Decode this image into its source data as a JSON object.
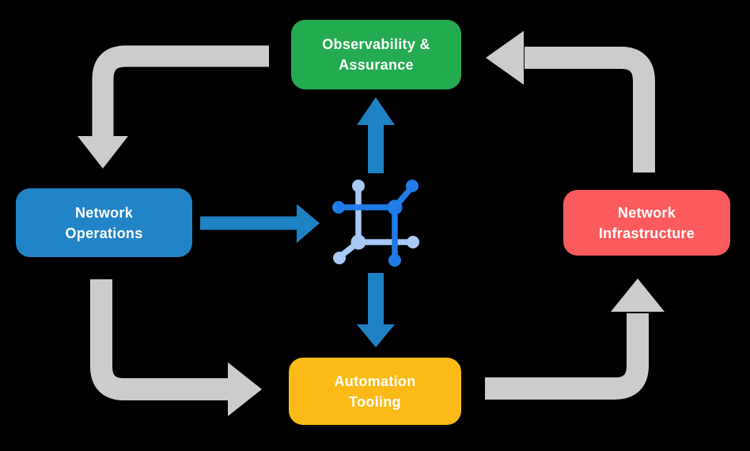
{
  "canvas": {
    "background": "#000000"
  },
  "diagram": {
    "type": "cycle-flow-diagram",
    "nodes": [
      {
        "id": "observability-assurance",
        "label": "Observability &\nAssurance",
        "color": "#23ab4f",
        "text_color": "#ffffff"
      },
      {
        "id": "network-operations",
        "label": "Network\nOperations",
        "color": "#2184c6",
        "text_color": "#ffffff"
      },
      {
        "id": "network-infrastructure",
        "label": "Network\nInfrastructure",
        "color": "#fc5b5e",
        "text_color": "#ffffff"
      },
      {
        "id": "automation-tooling",
        "label": "Automation\nTooling",
        "color": "#fbba17",
        "text_color": "#ffffff"
      }
    ],
    "center_icon": {
      "name": "network-mesh-icon",
      "color_primary": "#1f7ce8",
      "color_secondary": "#a7c9f6"
    },
    "flows": {
      "outer_cycle": [
        {
          "from": "Observability & Assurance",
          "to": "Network Operations",
          "color": "#cccccc"
        },
        {
          "from": "Network Operations",
          "to": "Automation Tooling",
          "color": "#cccccc"
        },
        {
          "from": "Automation Tooling",
          "to": "Network Infrastructure",
          "color": "#cccccc"
        },
        {
          "from": "Network Infrastructure",
          "to": "Observability & Assurance",
          "color": "#cccccc"
        }
      ],
      "center_links": [
        {
          "from": "Network Operations",
          "to": "center-icon",
          "color": "#1e82c4"
        },
        {
          "from": "center-icon",
          "to": "Observability & Assurance",
          "color": "#1e82c4"
        },
        {
          "from": "center-icon",
          "to": "Automation Tooling",
          "color": "#1e82c4"
        }
      ]
    }
  }
}
